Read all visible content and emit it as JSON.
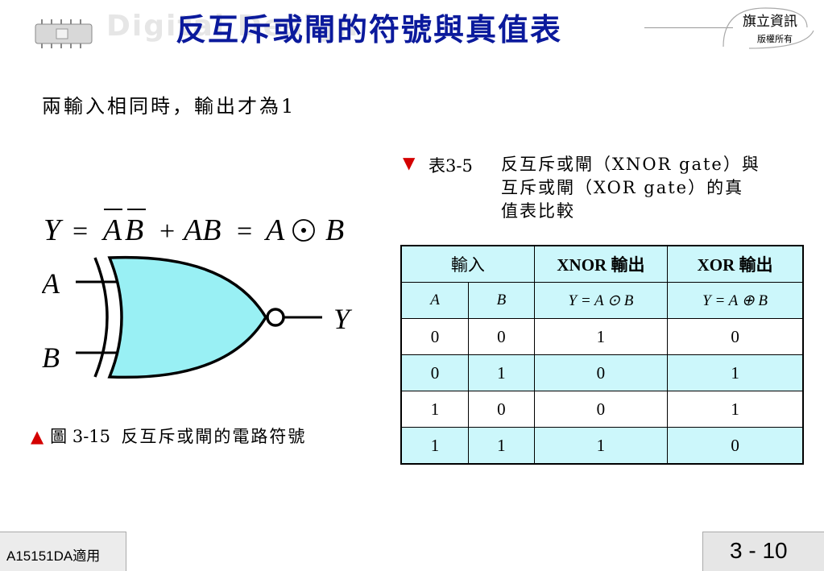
{
  "header": {
    "title": "反互斥或閘的符號與真值表",
    "watermark": "Digital Design",
    "publisher_name": "旗立資訊",
    "publisher_rights": "版權所有"
  },
  "intro": "兩輸入相同時，輸出才為1",
  "formula": {
    "lhs": "Y",
    "eq": "=",
    "term1_a": "A",
    "term1_b": "B",
    "plus": "+",
    "term2": "AB",
    "eq2": "=",
    "rhs_a": "A",
    "rhs_b": "B"
  },
  "gate": {
    "input_a": "A",
    "input_b": "B",
    "output": "Y",
    "body_color": "#99f0f4"
  },
  "figure_caption": {
    "marker": "▲",
    "label": "圖 3-15",
    "text": "反互斥或閘的電路符號"
  },
  "table_caption": {
    "marker": "▼",
    "label": "表3-5",
    "line1": "反互斥或閘（XNOR gate）與",
    "line2": "互斥或閘（XOR gate）的真",
    "line3": "值表比較"
  },
  "truth_table": {
    "headers": [
      "輸入",
      "XNOR 輸出",
      "XOR 輸出"
    ],
    "subheaders": [
      "A",
      "B",
      "Y = A ⊙ B",
      "Y = A ⊕ B"
    ],
    "rows": [
      [
        "0",
        "0",
        "1",
        "0"
      ],
      [
        "0",
        "1",
        "0",
        "1"
      ],
      [
        "1",
        "0",
        "0",
        "1"
      ],
      [
        "1",
        "1",
        "1",
        "0"
      ]
    ],
    "shade_color": "#ccf7fb"
  },
  "footer": {
    "code": "A15151DA適用",
    "page": "3 - 10"
  }
}
